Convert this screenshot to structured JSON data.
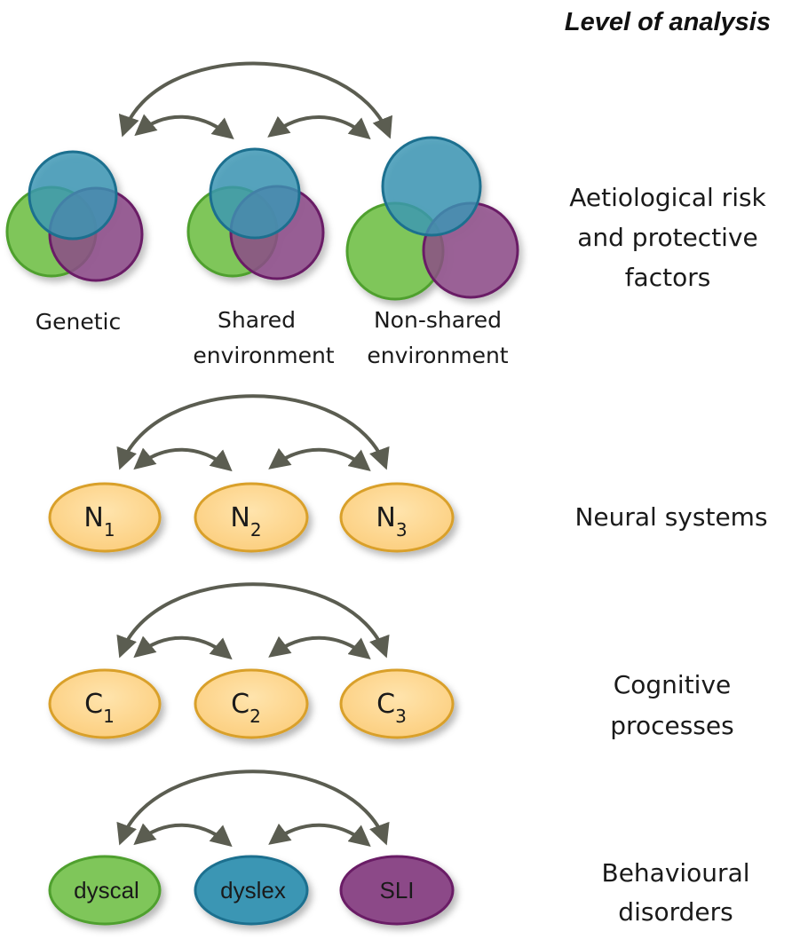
{
  "heading": "Level of analysis",
  "levels": [
    "Aetiological risk",
    "and protective",
    "factors",
    "Neural systems",
    "Cognitive",
    "processes",
    "Behavioural",
    "disorders"
  ],
  "aetiology": {
    "genetic": "Genetic",
    "shared_1": "Shared",
    "shared_2": "environment",
    "nonshared_1": "Non-shared",
    "nonshared_2": "environment"
  },
  "neural": {
    "letter": "N",
    "subs": [
      "1",
      "2",
      "3"
    ]
  },
  "cognitive": {
    "letter": "C",
    "subs": [
      "1",
      "2",
      "3"
    ]
  },
  "behaviour": [
    "dyscal",
    "dyslex",
    "SLI"
  ],
  "colors": {
    "green": "#7fc65a",
    "green_stroke": "#4fa02f",
    "blue": "#3a96b4",
    "blue_stroke": "#1f6f8f",
    "purple": "#8c4a88",
    "purple_stroke": "#6a1f66",
    "node_fill": "#fdd58f",
    "node_stroke": "#d9a02a",
    "arrow": "#5b5d51"
  }
}
